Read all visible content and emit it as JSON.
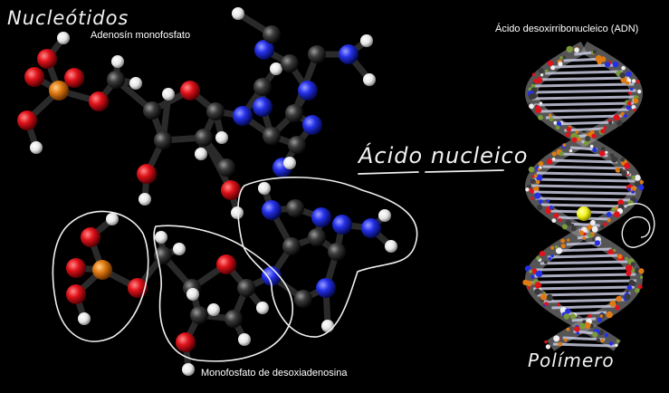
{
  "title_nucleotidos": "Nucleótidos",
  "label_amp": "Adenosín monofosfato",
  "title_acido_nucleico": "Ácido nucleico",
  "label_dna": "Ácido desoxirribonucleico (ADN)",
  "label_damp": "Monofosfato de desoxiadenosina",
  "title_polimero": "Polímero",
  "colors": {
    "background": "#000000",
    "phosphorus": "#e07b12",
    "oxygen": "#e0121a",
    "carbon": "#3a3a3a",
    "nitrogen": "#2430e8",
    "hydrogen": "#f0f0f0",
    "highlight": "#f2f21a",
    "ink": "#f2f2f2"
  }
}
